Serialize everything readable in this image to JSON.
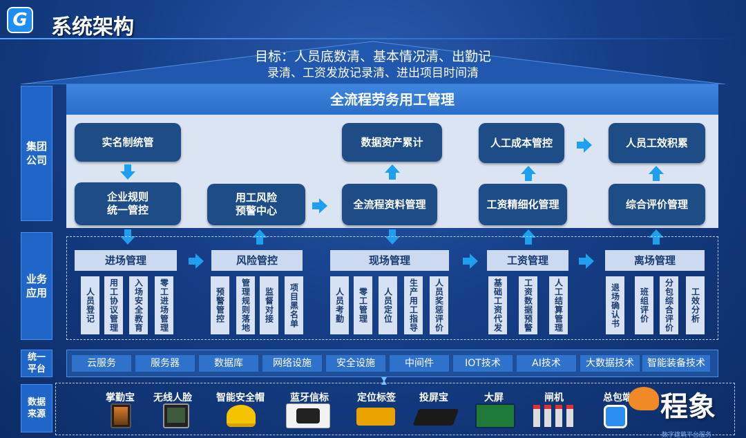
{
  "header": {
    "logo_letter": "G",
    "title": "系统架构"
  },
  "goal": {
    "line1": "目标：人员底数清、基本情况清、出勤记",
    "line2": "录清、工资发放记录清、进出项目时间清"
  },
  "side_labels": {
    "group": "集团\n公司",
    "business": "业务\n应用",
    "platform": "统一\n平台",
    "source": "数据\n来源"
  },
  "management": {
    "title": "全流程劳务用工管理",
    "boxes": {
      "realname": "实名制统管",
      "rules": "企业规则\n统一管控",
      "risk_center": "用工风险\n预警中心",
      "asset": "数据资产累计",
      "fullflow": "全流程资料管理",
      "cost": "人工成本管控",
      "wage_fine": "工资精细化管理",
      "efficiency": "人员工效积累",
      "evaluation": "综合评价管理"
    }
  },
  "business": {
    "groups": [
      {
        "title": "进场管理",
        "items": [
          "人员登记",
          "用工协议管理",
          "入场安全教育",
          "零工进场管理"
        ]
      },
      {
        "title": "风险管控",
        "items": [
          "预警管控",
          "管理规则落地",
          "监督对接",
          "项目黑名单"
        ]
      },
      {
        "title": "现场管理",
        "items": [
          "人员考勤",
          "零工管理",
          "人员定位",
          "生产用工指导",
          "人员奖惩评价"
        ]
      },
      {
        "title": "工资管理",
        "items": [
          "基础工资代发",
          "工资数据预警",
          "人工结算管理"
        ]
      },
      {
        "title": "离场管理",
        "items": [
          "退场确认书",
          "班组评价",
          "分包综合评价",
          "工效分析"
        ]
      }
    ]
  },
  "platform": {
    "items": [
      "云服务",
      "服务器",
      "数据库",
      "网络设施",
      "安全设施",
      "中间件",
      "IOT技术",
      "AI技术",
      "大数据技术",
      "智能装备技术"
    ]
  },
  "sources": {
    "items": [
      "掌勤宝",
      "无线人脸",
      "智能安全帽",
      "蓝牙信标",
      "定位标签",
      "投屏宝",
      "大屏",
      "闸机",
      "总包端"
    ]
  },
  "brand": {
    "name": "程象",
    "watermark": "数字建筑平台服务"
  },
  "colors": {
    "background": "#163f88",
    "node": "#1d4c86",
    "arrow": "#1e9ff0",
    "accent": "#1e8ef0"
  }
}
